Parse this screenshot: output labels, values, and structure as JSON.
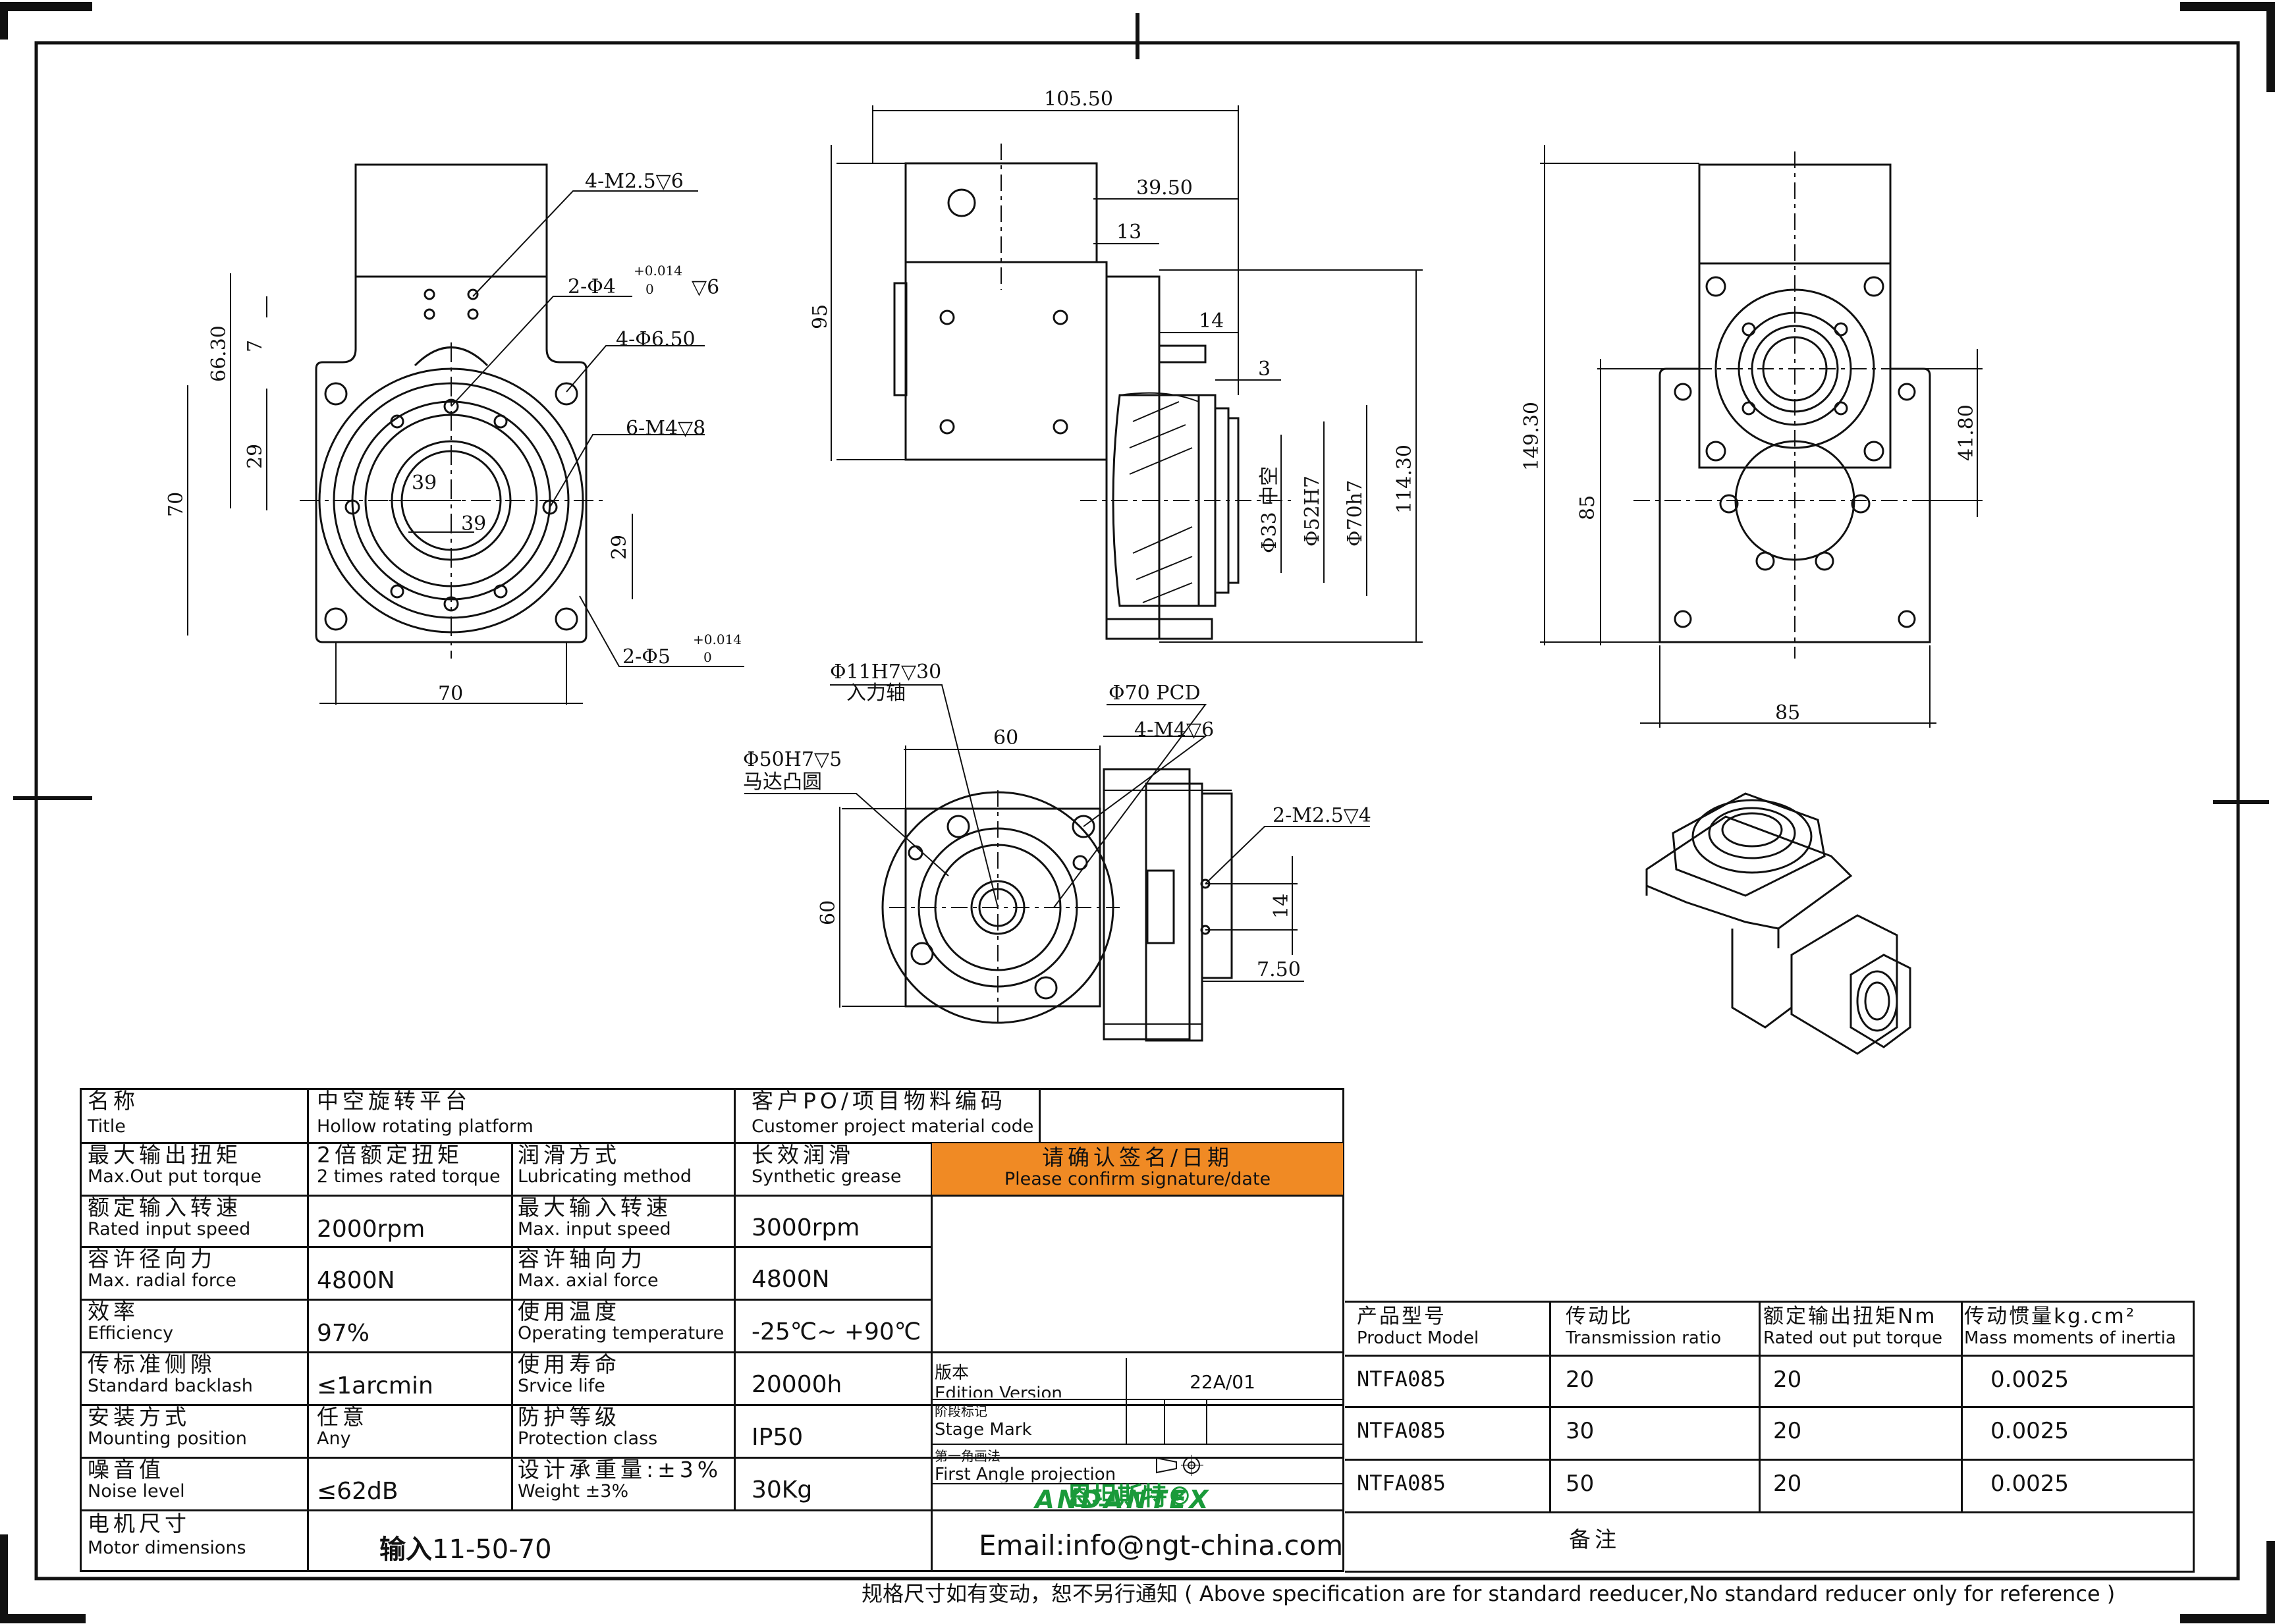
{
  "views": {
    "front": {
      "callouts": [
        "4-M2.5▽6",
        "2-Φ4",
        "+0.014",
        "0",
        "▽6",
        "4-Φ6.50",
        "6-M4▽8",
        "2-Φ5",
        "+0.014",
        "0"
      ],
      "dims": [
        "66.30",
        "7",
        "29",
        "70",
        "39",
        "39",
        "29",
        "70"
      ]
    },
    "side": {
      "dims": [
        "105.50",
        "39.50",
        "13",
        "95",
        "14",
        "3",
        "Φ33 中空",
        "Φ52H7",
        "Φ70h7",
        "114.30"
      ]
    },
    "right": {
      "dims": [
        "149.30",
        "85",
        "41.80",
        "85"
      ]
    },
    "bottom": {
      "callouts": [
        "Φ11H7▽30",
        "入力轴",
        "Φ70 PCD",
        "4-M4▽6",
        "Φ50H7▽5",
        "马达凸圆",
        "2-M2.5▽4"
      ],
      "dims": [
        "60",
        "60",
        "14",
        "7.50"
      ]
    }
  },
  "spec": {
    "title_zh": "名称",
    "title_en": "Title",
    "title_value_zh": "中空旋转平台",
    "title_value_en": "Hollow rotating platform",
    "cust_zh": "客户PO/项目物料编码",
    "cust_en": "Customer project material code",
    "confirm_zh": "请确认签名/日期",
    "confirm_en": "Please confirm signature/date",
    "confirm_color": "#f08a24",
    "rows": [
      {
        "l_zh": "最大输出扭矩",
        "l_en": "Max.Out put torque",
        "v1_zh": "2倍额定扭矩",
        "v1_en": "2 times rated torque",
        "r_zh": "润滑方式",
        "r_en": "Lubricating method",
        "v2_zh": "长效润滑",
        "v2_en": "Synthetic grease"
      },
      {
        "l_zh": "额定输入转速",
        "l_en": "Rated input speed",
        "v1": "2000rpm",
        "r_zh": "最大输入转速",
        "r_en": "Max. input speed",
        "v2": "3000rpm"
      },
      {
        "l_zh": "容许径向力",
        "l_en": "Max. radial force",
        "v1": "4800N",
        "r_zh": "容许轴向力",
        "r_en": "Max. axial force",
        "v2": "4800N"
      },
      {
        "l_zh": "效率",
        "l_en": "Efficiency",
        "v1": "97%",
        "r_zh": "使用温度",
        "r_en": "Operating temperature",
        "v2": "-25℃~ +90℃"
      },
      {
        "l_zh": "传标准侧隙",
        "l_en": "Standard backlash",
        "v1": "≤1arcmin",
        "r_zh": "使用寿命",
        "r_en": "Srvice life",
        "v2": "20000h"
      },
      {
        "l_zh": "安装方式",
        "l_en": "Mounting position",
        "v1_zh": "任意",
        "v1_en": "Any",
        "r_zh": "防护等级",
        "r_en": "Protection class",
        "v2": "IP50"
      },
      {
        "l_zh": "噪音值",
        "l_en": "Noise level",
        "v1": "≤62dB",
        "r_zh": "设计承重量:±3%",
        "r_en": "Weight ±3%",
        "v2": "30Kg"
      }
    ],
    "motor_zh": "电机尺寸",
    "motor_en": "Motor dimensions",
    "motor_value_bold": "输入",
    "motor_value": "11-50-70",
    "edition_zh": "版本",
    "edition_en": "Edition Version",
    "edition_value": "22A/01",
    "stage_zh": "阶段标记",
    "stage_en": "Stage Mark",
    "proj_zh": "第一角画法",
    "proj_en": "First Angle projection",
    "brand_zh": "恩坦斯特®",
    "brand_en": "ANDANTEX",
    "brand_color": "#1a9a3a",
    "email": "Email:info@ngt-china.com",
    "remark": "备注",
    "footer": "规格尺寸如有变动，恕不另行通知 ( Above specification are for standard reeducer,No standard reducer only for reference )"
  },
  "models": {
    "headers": [
      {
        "zh": "产品型号",
        "en": "Product Model"
      },
      {
        "zh": "传动比",
        "en": "Transmission ratio"
      },
      {
        "zh": "额定输出扭矩Nm",
        "en": "Rated out put torque"
      },
      {
        "zh": "传动惯量kg.cm²",
        "en": "Mass moments of inertia"
      }
    ],
    "rows": [
      [
        "NTFA085",
        "20",
        "20",
        "0.0025"
      ],
      [
        "NTFA085",
        "30",
        "20",
        "0.0025"
      ],
      [
        "NTFA085",
        "50",
        "20",
        "0.0025"
      ]
    ]
  }
}
